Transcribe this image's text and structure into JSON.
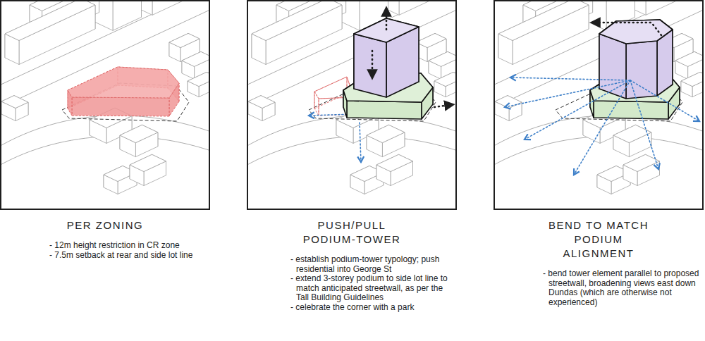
{
  "diagram": {
    "nodes": [
      {
        "text": [
          "PER ZONING",
          "- 12m height restriction in CR zone",
          "- 7.5m setback at rear and side lot line"
        ]
      },
      {
        "text": [
          "PUSH/PULL PODIUM-TOWER",
          "- establish podium-tower typology; push residential into George St",
          "- extend 3-storey podium to side lot line to match anticipated streetwall, as per the Tall Building Guidelines",
          "- celebrate the corner with a park"
        ]
      },
      {
        "text": [
          "BEND TO MATCH PODIUM ALIGNMENT",
          "- bend tower element parallel to proposed streetwall, broadening views east down Dundas (which are otherwise not experienced)"
        ]
      }
    ]
  }
}
